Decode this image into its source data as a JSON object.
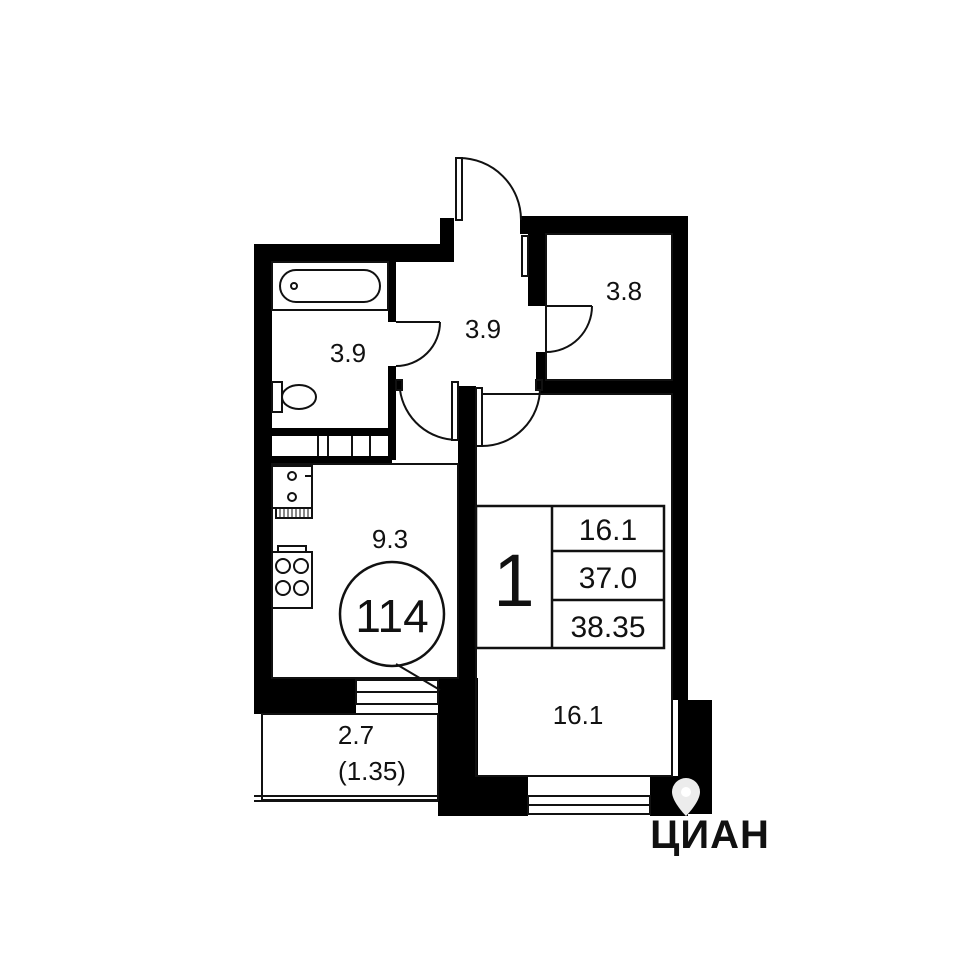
{
  "rooms": {
    "bathroom": "3.9",
    "hallway": "3.9",
    "storage": "3.8",
    "kitchen": "9.3",
    "living": "16.1",
    "balcony_area": "2.7",
    "balcony_reduced": "(1.35)"
  },
  "apartment_number": "114",
  "summary": {
    "rooms_count": "1",
    "living_area": "16.1",
    "total_area": "37.0",
    "total_with_balcony": "38.35"
  },
  "watermark": "ЦИАН",
  "colors": {
    "wall": "#000000",
    "line": "#111111",
    "watermark": "#ececec"
  }
}
